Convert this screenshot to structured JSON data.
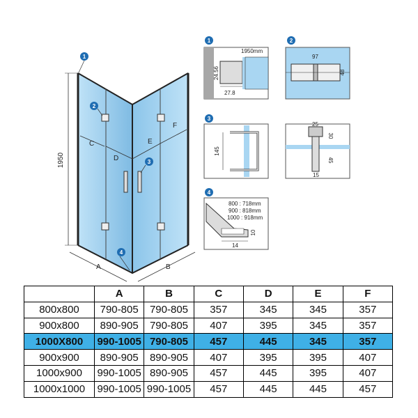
{
  "diagram": {
    "overall_height": "1950",
    "labels": {
      "a": "A",
      "b": "B",
      "c": "C",
      "d": "D",
      "e": "E",
      "f": "F"
    },
    "markers": [
      "1",
      "2",
      "3",
      "4"
    ],
    "detail1": {
      "width": "1950mm",
      "side": "24.56",
      "bottom": "27.8"
    },
    "detail2": {
      "top": "97",
      "side": "48"
    },
    "detail3": {
      "height": "145"
    },
    "detail3b": {
      "top": "25",
      "side_top": "30",
      "side_bottom": "45",
      "bottom": "15"
    },
    "detail4": {
      "lines": [
        "800 : 718mm",
        "900 : 818mm",
        "1000 : 918mm"
      ],
      "side": "10",
      "bottom": "14"
    }
  },
  "table": {
    "headers": [
      "",
      "A",
      "B",
      "C",
      "D",
      "E",
      "F"
    ],
    "rows": [
      [
        "800x800",
        "790-805",
        "790-805",
        "357",
        "345",
        "345",
        "357"
      ],
      [
        "900x800",
        "890-905",
        "790-805",
        "407",
        "395",
        "345",
        "357"
      ],
      [
        "1000X800",
        "990-1005",
        "790-805",
        "457",
        "445",
        "345",
        "357"
      ],
      [
        "900x900",
        "890-905",
        "890-905",
        "407",
        "395",
        "395",
        "407"
      ],
      [
        "1000x900",
        "990-1005",
        "890-905",
        "457",
        "445",
        "395",
        "407"
      ],
      [
        "1000x1000",
        "990-1005",
        "990-1005",
        "457",
        "445",
        "445",
        "457"
      ]
    ],
    "highlight_row": 2
  },
  "colors": {
    "glass": "#a9d6f2",
    "glass_dark": "#7fbbe3",
    "marker": "#1f6db2",
    "highlight": "#3fb0e6"
  }
}
